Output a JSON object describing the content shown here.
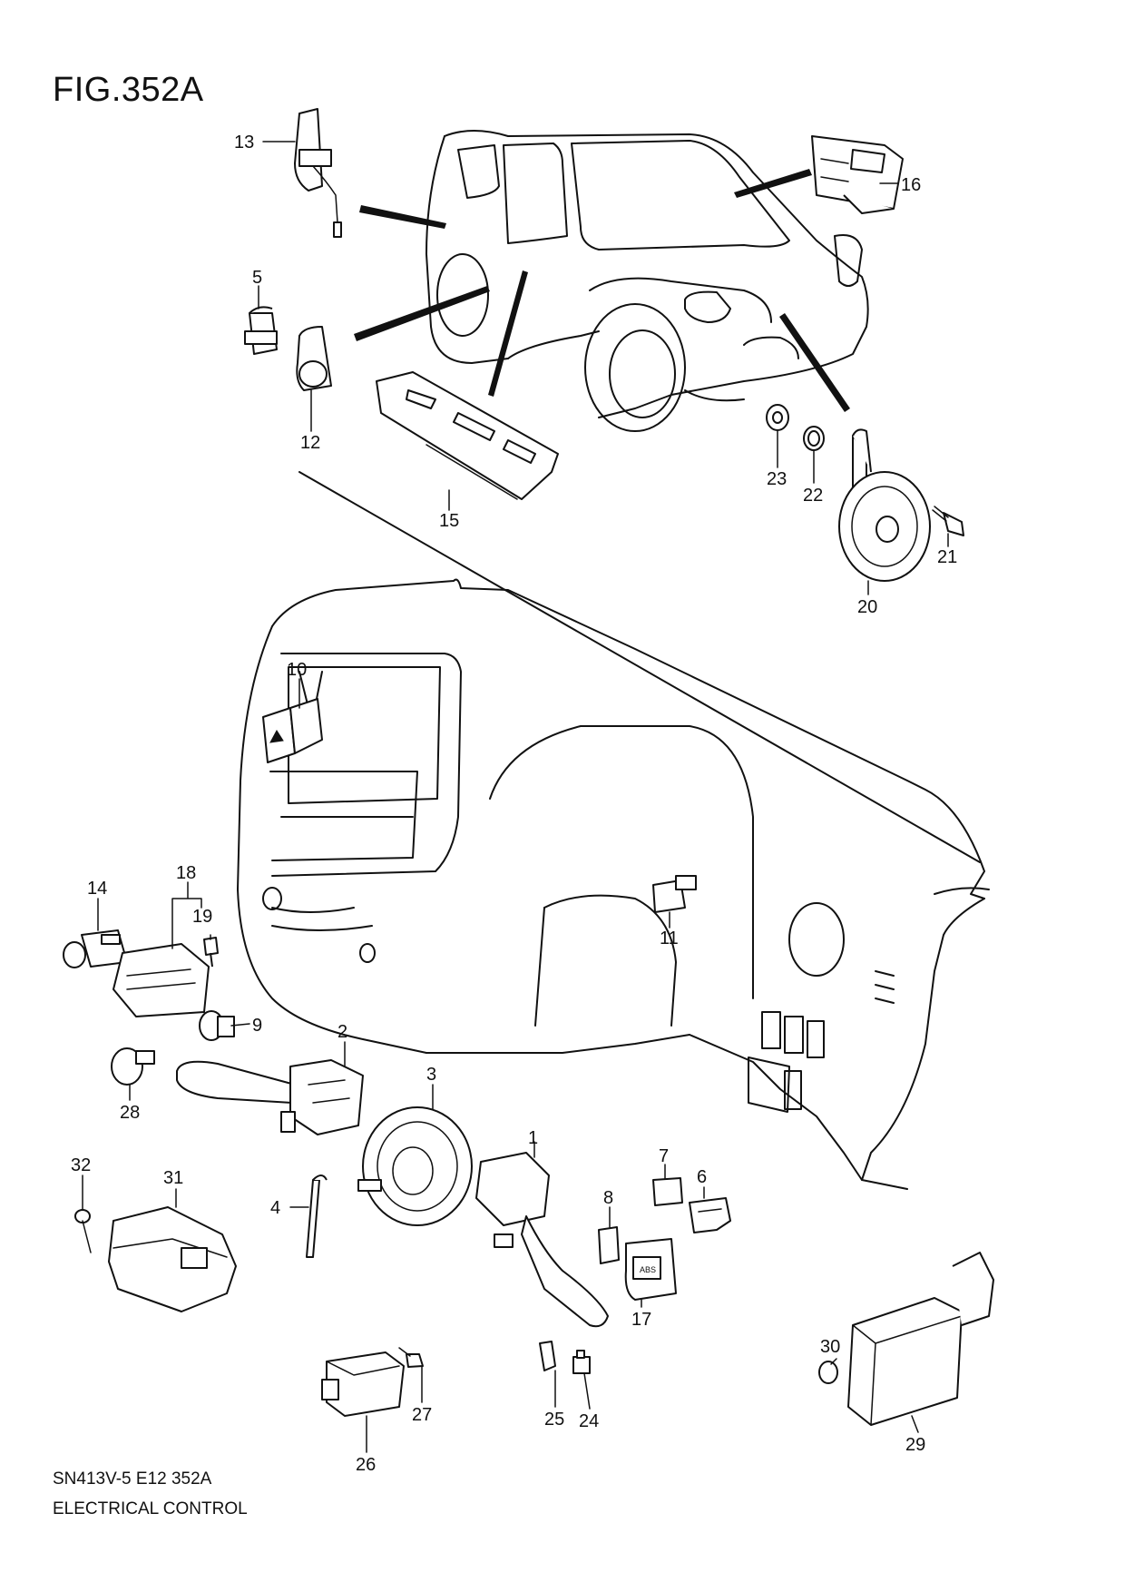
{
  "figure": {
    "title": "FIG.352A",
    "code": "SN413V-5 E12 352A",
    "name": "ELECTRICAL CONTROL"
  },
  "callouts": [
    "1",
    "2",
    "3",
    "4",
    "5",
    "6",
    "7",
    "8",
    "9",
    "10",
    "11",
    "12",
    "13",
    "14",
    "15",
    "16",
    "17",
    "18",
    "19",
    "20",
    "21",
    "22",
    "23",
    "24",
    "25",
    "26",
    "27",
    "28",
    "29",
    "30",
    "31",
    "32"
  ],
  "panel_labels": [
    "ABS"
  ],
  "colors": {
    "line": "#111111",
    "background": "#ffffff"
  }
}
